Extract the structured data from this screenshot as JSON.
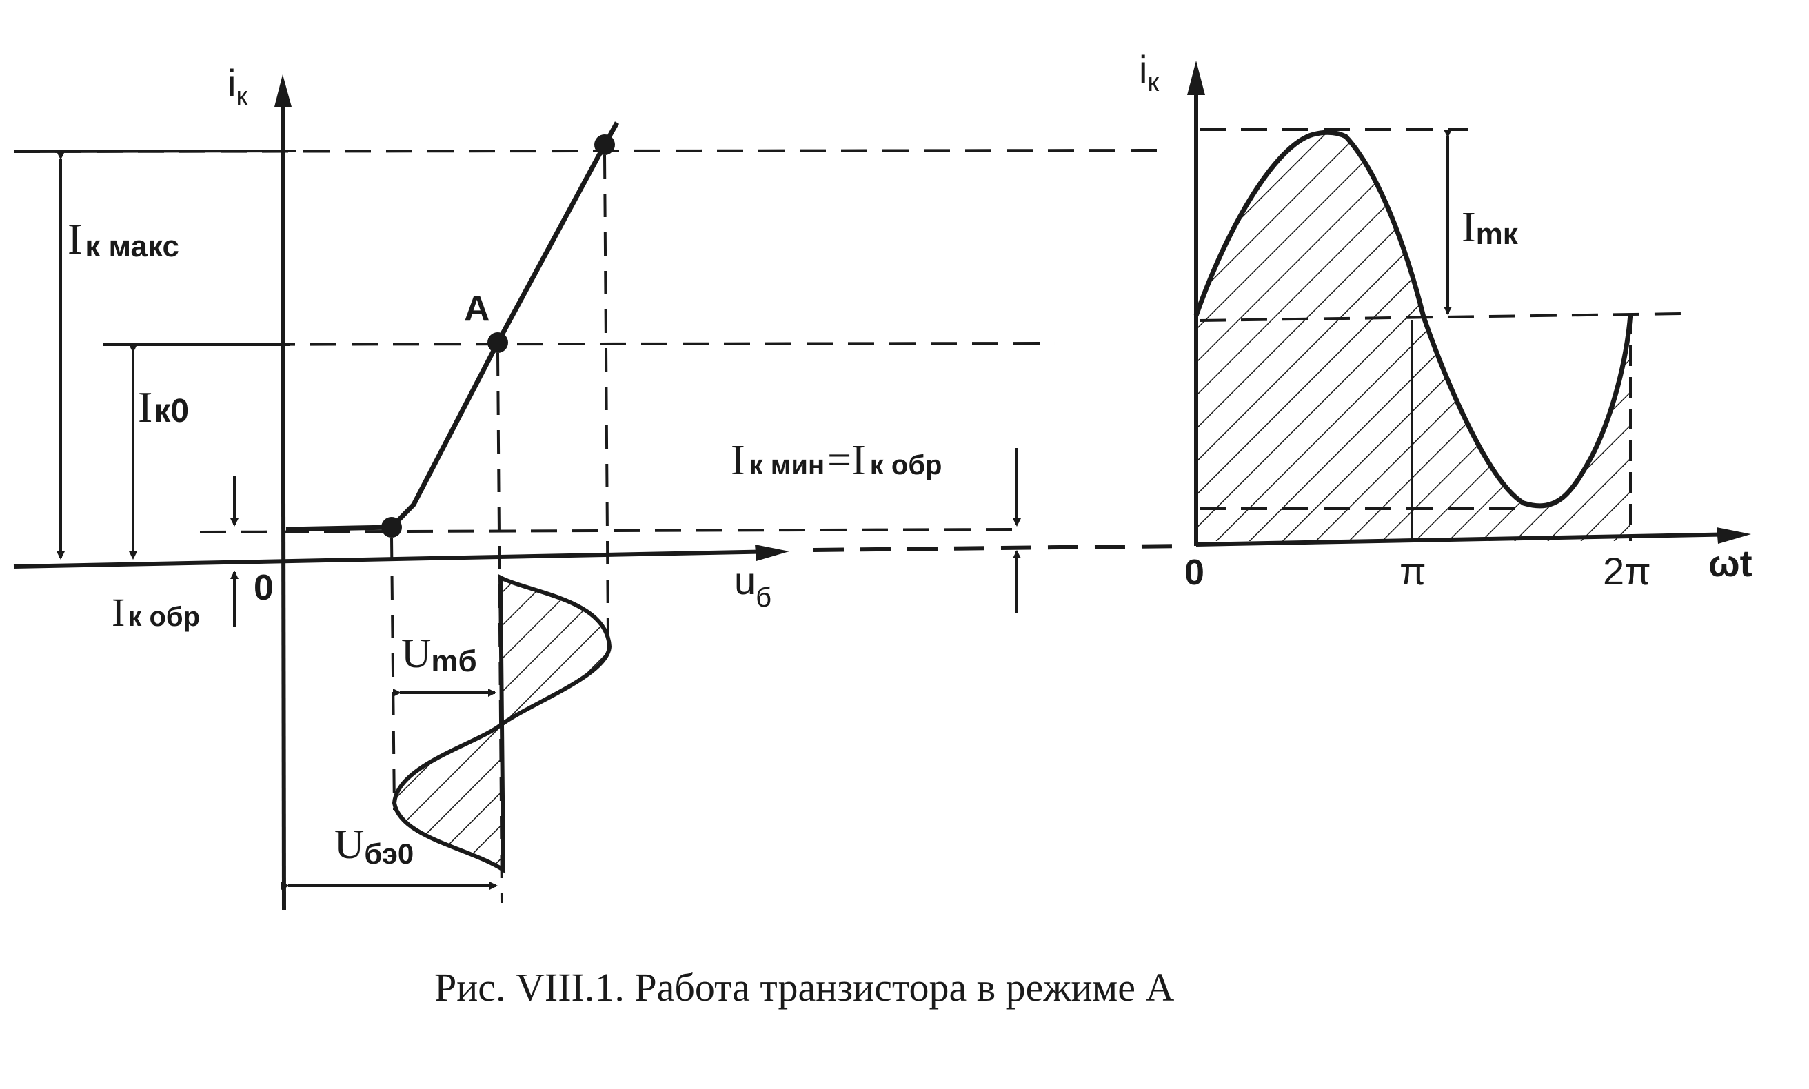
{
  "left_plot": {
    "y_axis_label": "i",
    "y_axis_sub": "к",
    "x_axis_label": "u",
    "x_axis_sub": "б",
    "origin_label": "0",
    "point_label": "A",
    "ikmax_main": "I",
    "ikmax_sub": "к макс",
    "ik0_main": "I",
    "ik0_sub": "к0",
    "ikobr_main": "I",
    "ikobr_sub": "к обр",
    "umb_main": "U",
    "umb_sub": "mб",
    "ube0_main": "U",
    "ube0_sub": "бэ0"
  },
  "right_plot": {
    "y_axis_label": "i",
    "y_axis_sub": "к",
    "x_axis_label": "ωt",
    "origin_label": "0",
    "tick_pi": "π",
    "tick_2pi": "2π",
    "imk_main": "I",
    "imk_sub": "mк",
    "ikmin_main_1": "I",
    "ikmin_sub_1": "к мин",
    "ikmin_eq": "=I",
    "ikmin_sub_2": "к обр"
  },
  "caption": "Рис. VIII.1. Работа транзистора в режиме А"
}
